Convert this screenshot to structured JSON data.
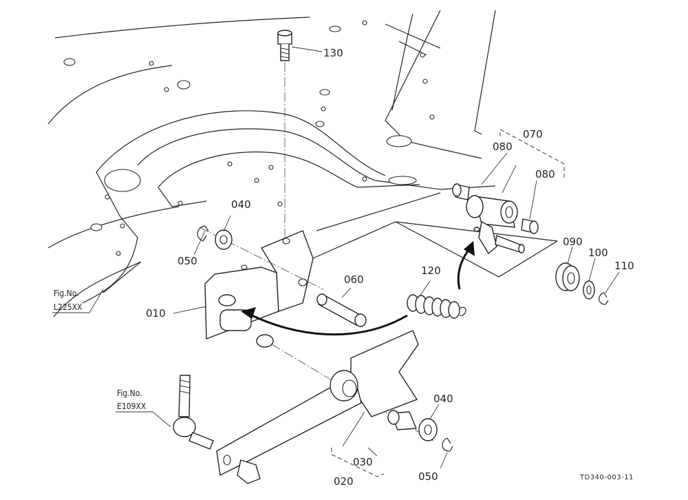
{
  "figure_code": "TD340-003-11",
  "references": [
    {
      "id": "fig-l225",
      "label": "Fig.No.",
      "number": "L225XX"
    },
    {
      "id": "fig-e109",
      "label": "Fig.No.",
      "number": "E109XX"
    }
  ],
  "parts": [
    {
      "id": "p130",
      "number": "130"
    },
    {
      "id": "p070",
      "number": "070"
    },
    {
      "id": "p080a",
      "number": "080"
    },
    {
      "id": "p080b",
      "number": "080"
    },
    {
      "id": "p040a",
      "number": "040"
    },
    {
      "id": "p050a",
      "number": "050"
    },
    {
      "id": "p060",
      "number": "060"
    },
    {
      "id": "p120",
      "number": "120"
    },
    {
      "id": "p090",
      "number": "090"
    },
    {
      "id": "p100",
      "number": "100"
    },
    {
      "id": "p110",
      "number": "110"
    },
    {
      "id": "p010",
      "number": "010"
    },
    {
      "id": "p040b",
      "number": "040"
    },
    {
      "id": "p030",
      "number": "030"
    },
    {
      "id": "p050b",
      "number": "050"
    },
    {
      "id": "p020",
      "number": "020"
    }
  ]
}
